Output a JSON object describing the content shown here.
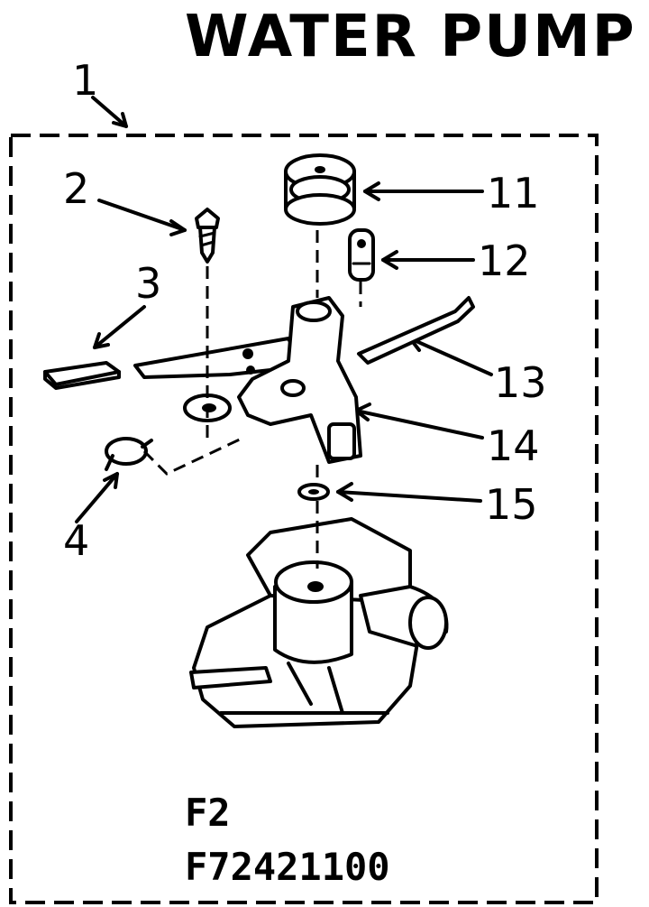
{
  "title": "WATER PUMP",
  "callouts": [
    "1",
    "2",
    "3",
    "4",
    "11",
    "12",
    "13",
    "14",
    "15"
  ],
  "figure_code": "F2",
  "figure_id": "F72421100"
}
